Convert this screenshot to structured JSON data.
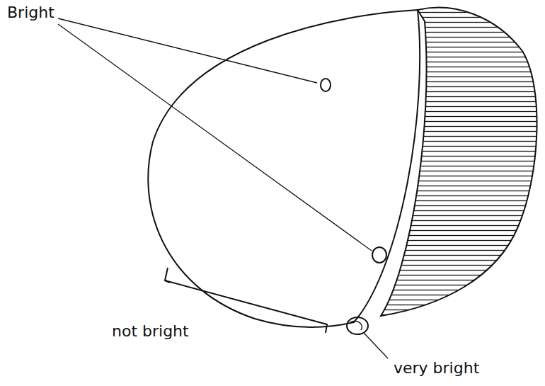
{
  "diagram": {
    "labels": [
      "Bright",
      "not bright",
      "very bright"
    ]
  }
}
